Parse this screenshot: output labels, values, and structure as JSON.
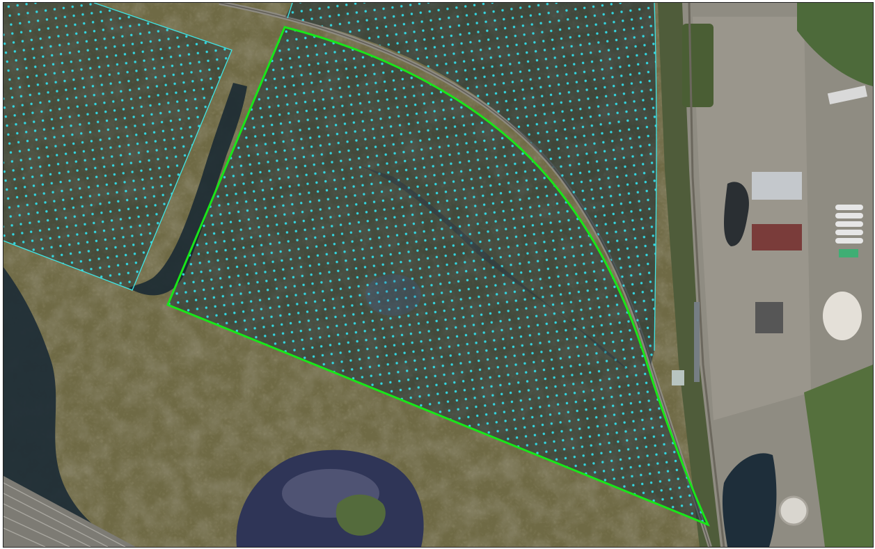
{
  "map": {
    "view": "aerial-imagery",
    "layers": [
      {
        "name": "survey-area-outline",
        "color": "#19e619"
      },
      {
        "name": "parcel-boundaries",
        "color": "#3ee6e6"
      },
      {
        "name": "sample-point-grid",
        "color": "#33d6e0"
      }
    ],
    "colors": {
      "marsh": "#6f6a45",
      "water": "#1d3446",
      "pond": "#2f3557",
      "industrial": "#8f8c82",
      "vegetation": "#4d6a3a"
    }
  }
}
